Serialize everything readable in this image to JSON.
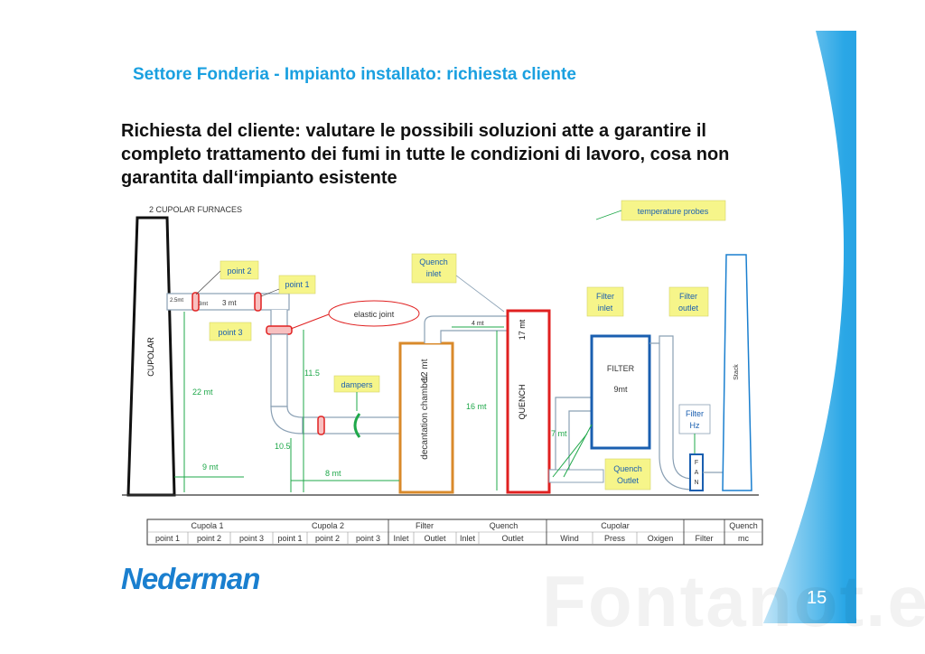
{
  "slide": {
    "title": "Settore Fonderia  - Impianto installato: richiesta cliente",
    "subtitle": "Richiesta del cliente: valutare le possibili soluzioni atte a garantire il completo trattamento dei fumi in tutte le condizioni di lavoro, cosa non garantita dall‘impianto esistente",
    "page_number": "15",
    "logo": "Nederman",
    "watermark": "Fontanot.eu"
  },
  "colors": {
    "title_blue": "#1aa0e0",
    "band_blue": "#2aa7e6",
    "measure_green": "#1fa84a",
    "callout_yellow": "#f6f58a",
    "decant_orange": "#d98a2b",
    "quench_red": "#e02020",
    "filter_blue": "#1a5fb0",
    "pipe_gray": "#8aa0b4"
  },
  "diagram": {
    "header": "2 CUPOLAR FURNACES",
    "cupola_label": "CUPOLAR",
    "stack_label": "Stack",
    "decant_label": "decantation chamber",
    "decant_height": "12 mt",
    "quench_label": "QUENCH",
    "quench_height": "17 mt",
    "filter_label": "FILTER",
    "filter_height": "9mt",
    "fan_letters": [
      "F",
      "A",
      "N"
    ],
    "elastic_joint": "elastic joint",
    "callouts": {
      "point2": "point 2",
      "point1": "point 1",
      "point3": "point 3",
      "dampers": "dampers",
      "quench_inlet_1": "Quench",
      "quench_inlet_2": "inlet",
      "temp_probes": "temperature probes",
      "filter_inlet_1": "Filter",
      "filter_inlet_2": "inlet",
      "filter_outlet_1": "Filter",
      "filter_outlet_2": "outlet",
      "filter_hz_1": "Filter",
      "filter_hz_2": "Hz",
      "quench_outlet_1": "Quench",
      "quench_outlet_2": "Outlet"
    },
    "dims": {
      "d25": "2.5mt",
      "d3a": "3mt",
      "d3b": "3 mt",
      "d22": "22 mt",
      "d9": "9 mt",
      "d115": "11.5",
      "d105": "10.5",
      "d8": "8 mt",
      "d4": "4 mt",
      "d16": "16 mt",
      "d7": "7 mt"
    }
  },
  "table": {
    "groups": [
      "Cupola 1",
      "Cupola 2",
      "Filter",
      "Quench",
      "Cupolar",
      "Quench"
    ],
    "columns": [
      "point 1",
      "point 2",
      "point 3",
      "point 1",
      "point 2",
      "point 3",
      "Inlet",
      "Outlet",
      "Inlet",
      "Outlet",
      "Wind",
      "Press",
      "Oxigen",
      "Filter",
      "mc"
    ]
  }
}
